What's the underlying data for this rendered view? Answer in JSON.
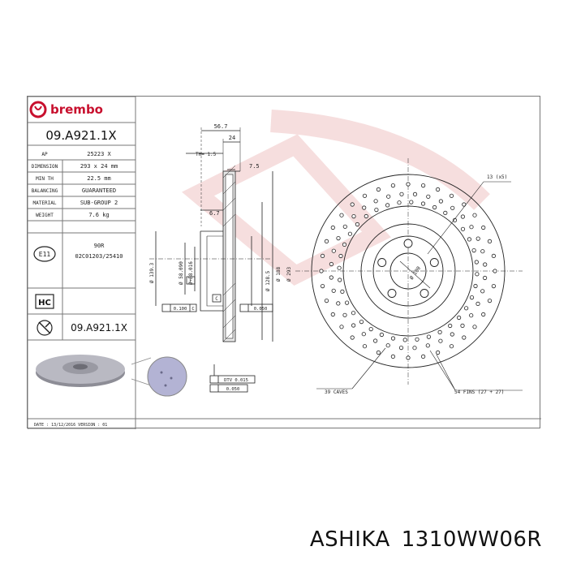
{
  "brand": "brembo",
  "part_number": "09.A921.1X",
  "specs": [
    {
      "label": "AP",
      "value": "25223 X"
    },
    {
      "label": "DIMENSION",
      "value": "293 x 24 mm"
    },
    {
      "label": "MIN TH",
      "value": "22.5 mm"
    },
    {
      "label": "BALANCING",
      "value": "GUARANTEED"
    },
    {
      "label": "MATERIAL",
      "value": "SUB-GROUP 2"
    },
    {
      "label": "WEIGHT",
      "value": "7.6 kg"
    }
  ],
  "approval": {
    "badge": "E11",
    "line1": "90R",
    "line2": "02C01203/25410"
  },
  "hc_badge": "HC",
  "date_line": "DATE : 13/12/2016 VERSION : 01",
  "dims": {
    "d_56_7": "56.7",
    "d_24": "24",
    "th": "TH= 1.5",
    "d_7_5": "7.5",
    "d_6_7": "6.7",
    "d_139_3": "Ø 139.3",
    "d_58_090": "Ø 58.090",
    "d_58_016": "Ø 58.016",
    "d_128_5": "Ø 128.5",
    "d_188": "Ø 188",
    "d_293": "Ø 293",
    "f_label": "F",
    "c_label": "C",
    "tol_0_100": "0.100",
    "tol_c": "C",
    "tol_0_050": "0.050",
    "dtv": "DTV 0.015",
    "tol_0_050b": "0.050",
    "holes": "13 (x5)",
    "pcd": "Ø 100",
    "caves": "39 CAVES",
    "fins": "54 FINS (27 + 27)"
  },
  "footer": {
    "maker": "ASHIKA",
    "code": "1310WW06R"
  },
  "colors": {
    "brand_red": "#c8102e",
    "watermark": "#f4d2d2"
  }
}
